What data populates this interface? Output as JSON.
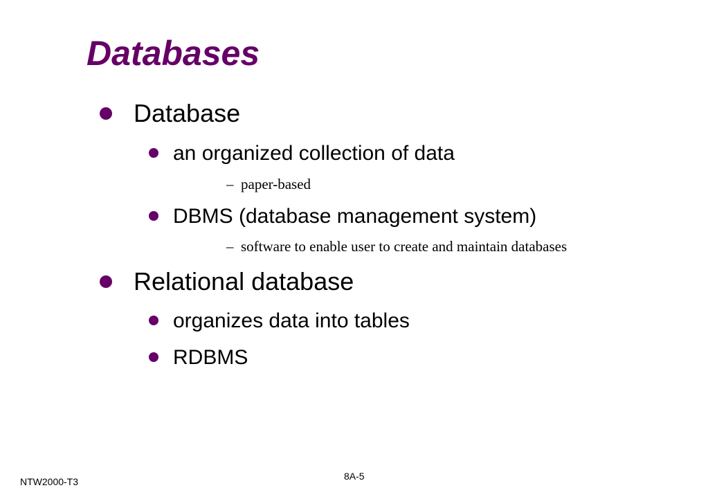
{
  "slide": {
    "title": "Databases",
    "accent_color": "#660066",
    "items": [
      {
        "text": "Database",
        "children": [
          {
            "text": "an organized collection of data",
            "subitems": [
              "paper-based"
            ]
          },
          {
            "text": "DBMS (database management system)",
            "subitems": [
              "software to enable user to create and maintain databases"
            ]
          }
        ]
      },
      {
        "text": "Relational database",
        "children": [
          {
            "text": "organizes data into tables",
            "subitems": []
          },
          {
            "text": "RDBMS",
            "subitems": []
          }
        ]
      }
    ],
    "dash_glyph": "–"
  },
  "footer": {
    "left": "NTW2000-T3",
    "page": "8A-5"
  }
}
